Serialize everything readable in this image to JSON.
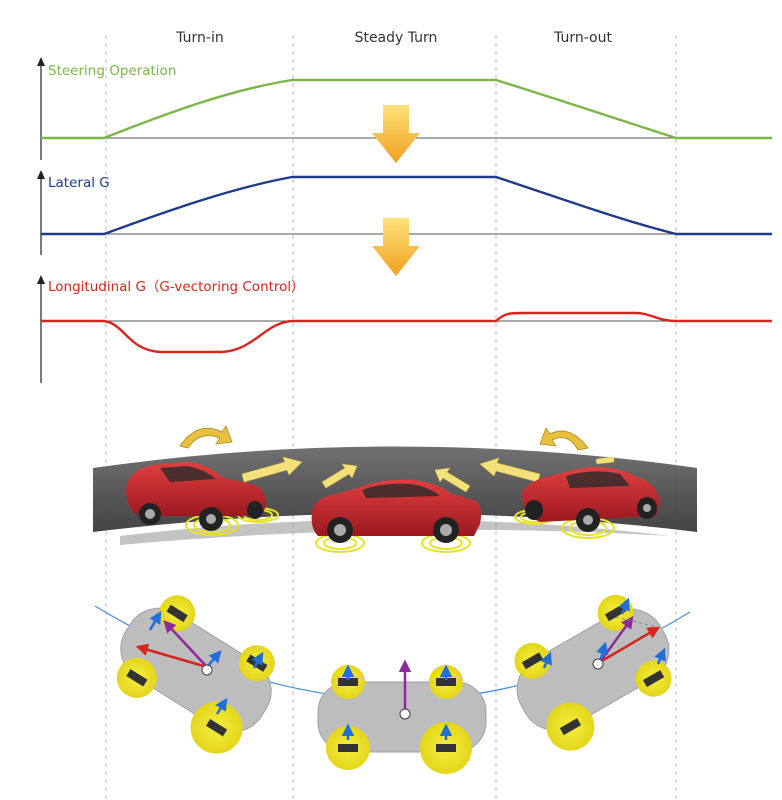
{
  "phases": [
    "Turn-in",
    "Steady Turn",
    "Turn-out"
  ],
  "signals": [
    {
      "label": "Steering Operation",
      "color": "#7ab648"
    },
    {
      "label": "Lateral G",
      "color": "#1e3a8a"
    },
    {
      "label": "Longitudinal G（G-vectoring Control）",
      "color": "#d6251f"
    }
  ],
  "colors": {
    "arrow_down": "#f4a623",
    "road": "#4a4a4a",
    "car_red": "#c8222a",
    "wheel_highlight": "#e8e227",
    "vector_red": "#d6251f",
    "vector_blue": "#1f6fd6",
    "vector_purple": "#8e2a9e",
    "trajectory": "#4a90d9"
  },
  "icons": [
    "down-arrow-icon",
    "rotation-arrow-icon",
    "car-icon",
    "top-view-car-icon"
  ]
}
